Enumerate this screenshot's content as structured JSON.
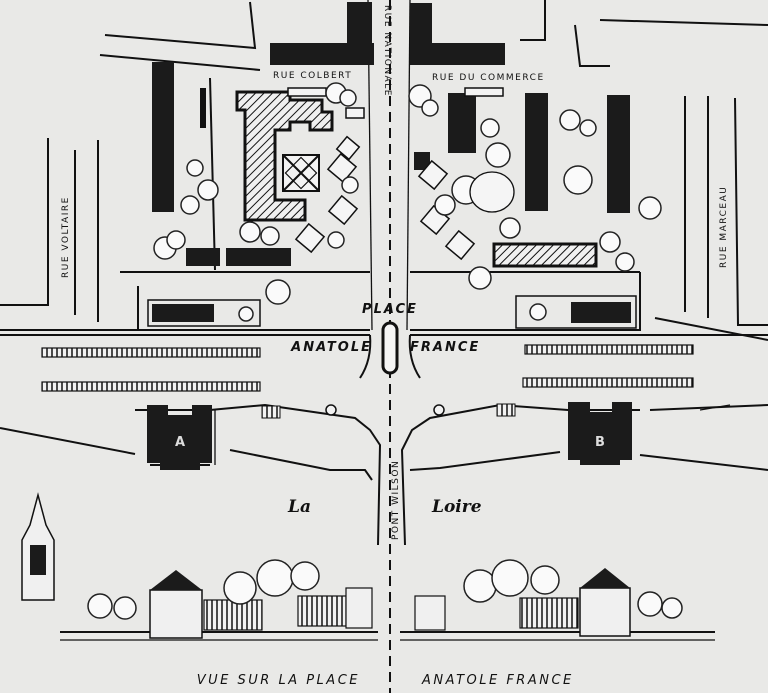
{
  "streets": {
    "colbert": "RUE COLBERT",
    "nationale": "RUE NATIONALE",
    "commerce": "RUE DU COMMERCE",
    "voltaire": "RUE VOLTAIRE",
    "marceau": "RUE MARCEAU"
  },
  "square": {
    "line1": "PLACE",
    "line2_left": "ANATOLE",
    "line2_right": "FRANCE"
  },
  "river": {
    "left": "La",
    "right": "Loire"
  },
  "bridge": "PONT WILSON",
  "buildings": {
    "a": "A",
    "b": "B"
  },
  "caption": {
    "left": "VUE SUR LA PLACE",
    "right": "ANATOLE FRANCE"
  },
  "colors": {
    "ink": "#1b1b1b",
    "paper": "#e9e9e7"
  }
}
